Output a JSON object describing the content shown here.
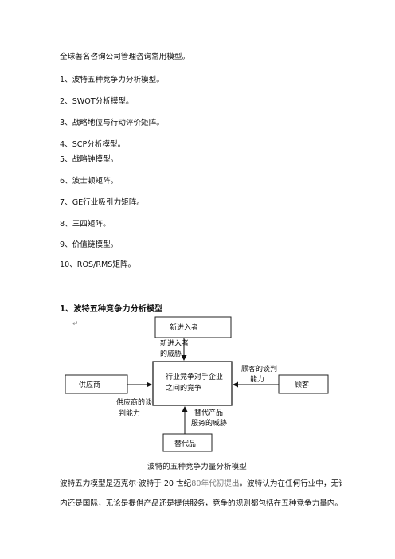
{
  "intro": "全球著名咨询公司管理咨询常用模型。",
  "list": [
    "1、波特五种竞争力分析模型。",
    "2、SWOT分析模型。",
    "3、战略地位与行动评价矩阵。",
    "4、SCP分析模型。",
    "5、战略钟模型。",
    "6、波士顿矩阵。",
    "7、GE行业吸引力矩阵。",
    "8、三四矩阵。",
    "9、价值链模型。",
    "10、ROS/RMS矩阵。"
  ],
  "section_heading": "1、波特五种竞争力分析模型",
  "diagram": {
    "top_box": "新进入者",
    "center_box_line1": "行业竞争对手企业",
    "center_box_line2": "之间的竞争",
    "left_box": "供应商",
    "right_box": "顾客",
    "bottom_box": "替代品",
    "top_arrow_label_line1": "新进入者",
    "top_arrow_label_line2": "的威胁",
    "left_arrow_label_line1": "供应商的谈",
    "left_arrow_label_line2": "判能力",
    "right_arrow_label_line1": "顾客的谈判",
    "right_arrow_label_line2": "能力",
    "bottom_arrow_label_line1": "替代产品",
    "bottom_arrow_label_line2": "服务的威胁",
    "paragraph_mark": "↵"
  },
  "caption": "波特的五种竞争力量分析模型",
  "paragraph": {
    "line1_a": "波特五力模型是迈克尔·波特于 20 世纪",
    "line1_gray": "80年代初提出",
    "line1_b": "。波特认为在任何行业中，无论是国",
    "line2": "内还是国际，无论是提供产品还是提供服务，竞争的规则都包括在五种竞争力量内。分别"
  }
}
